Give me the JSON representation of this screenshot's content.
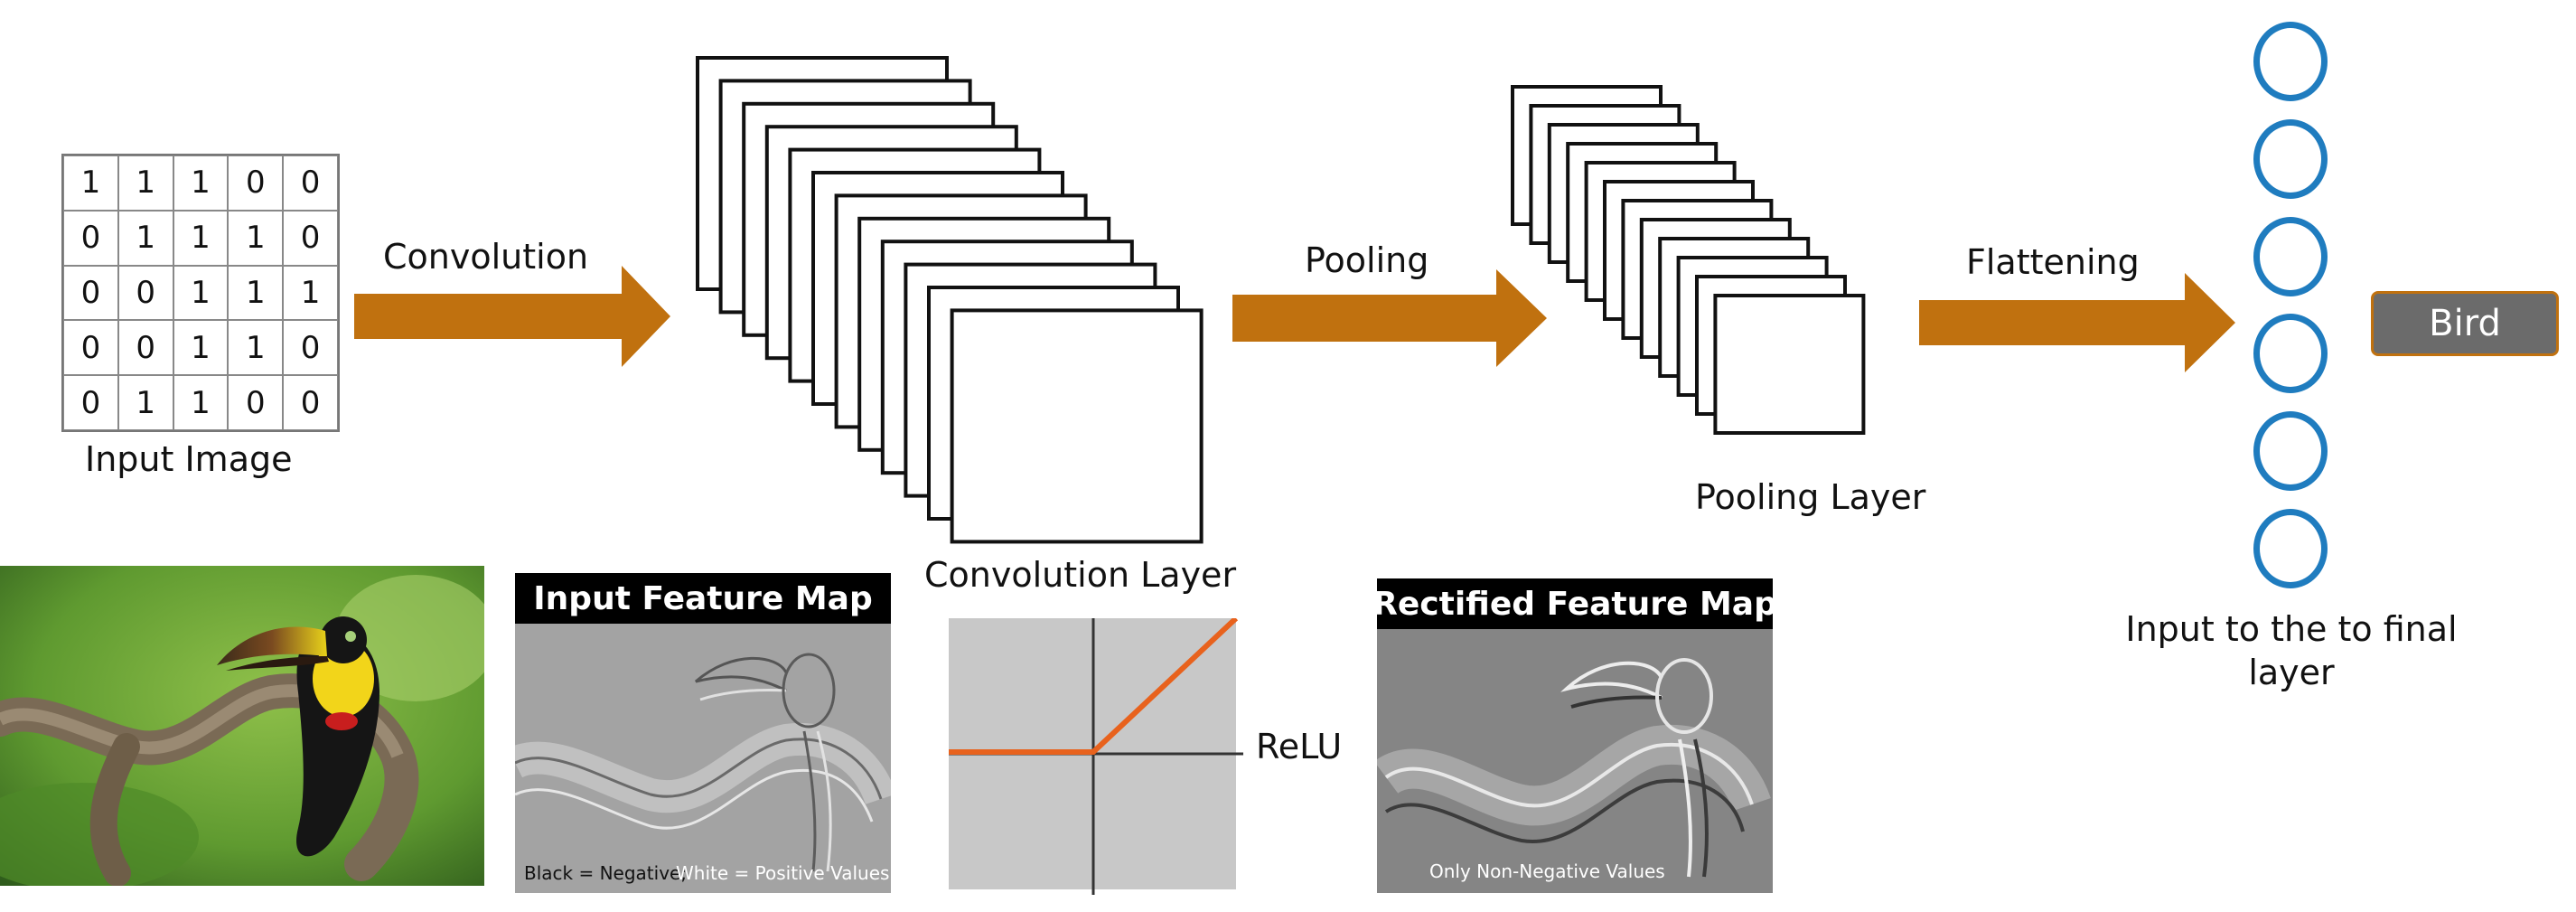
{
  "input_image": {
    "label": "Input Image",
    "grid": [
      [
        "1",
        "1",
        "1",
        "0",
        "0"
      ],
      [
        "0",
        "1",
        "1",
        "1",
        "0"
      ],
      [
        "0",
        "0",
        "1",
        "1",
        "1"
      ],
      [
        "0",
        "0",
        "1",
        "1",
        "0"
      ],
      [
        "0",
        "1",
        "1",
        "0",
        "0"
      ]
    ]
  },
  "steps": {
    "convolution": "Convolution",
    "pooling": "Pooling",
    "flattening": "Flattening"
  },
  "layers": {
    "convolution_layer": "Convolution Layer",
    "pooling_layer": "Pooling Layer",
    "final_input_line1": "Input to the to final",
    "final_input_line2": "layer"
  },
  "output": {
    "label": "Bird"
  },
  "panels": {
    "input_feature_map": {
      "title": "Input Feature Map",
      "caption_black": "Black = Negative;",
      "caption_white": "White = Positive Values"
    },
    "relu": {
      "label": "ReLU"
    },
    "rectified_feature_map": {
      "title": "Rectified Feature Map",
      "caption": "Only Non-Negative  Values"
    }
  },
  "colors": {
    "arrow": "#c0710f",
    "neuron": "#1f7cbf",
    "relu_line": "#e8621d",
    "relu_bg": "#c8c8c8",
    "badge": "#6b6b6b"
  },
  "icons": [
    "toucan-photo",
    "feature-map-image",
    "rectified-map-image"
  ]
}
